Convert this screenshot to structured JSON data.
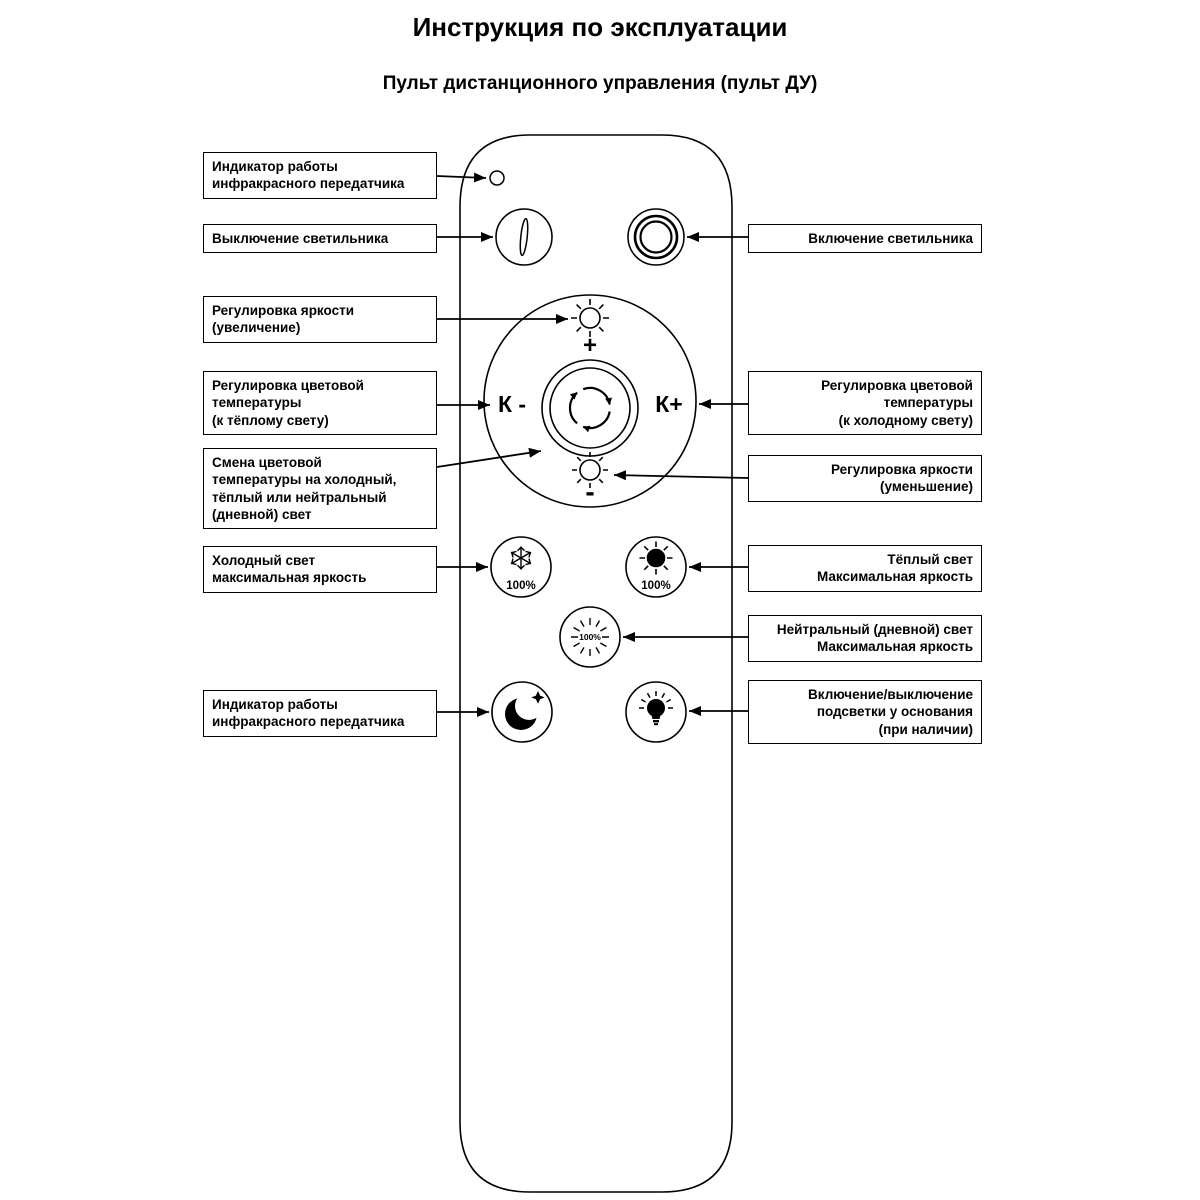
{
  "title": "Инструкция по эксплуатации",
  "subtitle": "Пульт дистанционного управления (пульт ДУ)",
  "labels": {
    "ir_top": "Индикатор работы\nинфракрасного передатчика",
    "power_off": "Выключение светильника",
    "brightness_up": "Регулировка яркости\n(увеличение)",
    "temp_warm": "Регулировка цветовой\nтемпературы\n(к тёплому свету)",
    "temp_cycle": "Смена цветовой\nтемпературы на холодный,\nтёплый или нейтральный\n(дневной) свет",
    "cold_max": "Холодный свет\nмаксимальная яркость",
    "ir_bottom": "Индикатор работы\nинфракрасного передатчика",
    "power_on": "Включение светильника",
    "temp_cold": "Регулировка цветовой\nтемпературы\n(к холодному свету)",
    "brightness_down": "Регулировка яркости\n(уменьшение)",
    "warm_max": "Тёплый свет\nМаксимальная яркость",
    "neutral_max": "Нейтральный (дневной) свет\nМаксимальная яркость",
    "base_light": "Включение/выключение\nподсветки у основания\n(при наличии)"
  },
  "remote": {
    "k_minus": "К -",
    "k_plus": "К+",
    "plus": "+",
    "minus": "-",
    "p100_cold": "100%",
    "p100_warm": "100%",
    "p100_neutral": "100%"
  }
}
